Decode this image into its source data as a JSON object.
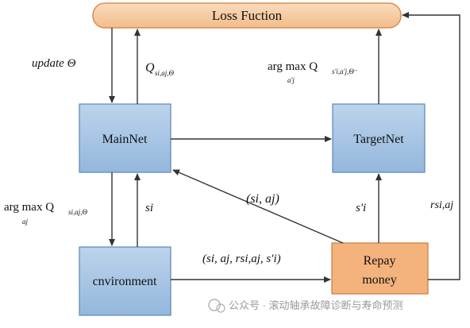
{
  "diagram": {
    "loss_box": {
      "label": "Loss Fuction"
    },
    "mainnet_box": {
      "label": "MainNet"
    },
    "targetnet_box": {
      "label": "TargetNet"
    },
    "environment_box": {
      "label": "cnvironment"
    },
    "replay_box": {
      "line1": "Repay",
      "line2": "money"
    },
    "edge_labels": {
      "update": "update Θ",
      "q_main": "Q",
      "q_main_sub": "si,aj,Θ",
      "argmax_target": "arg max Q",
      "argmax_target_under": "a'j",
      "argmax_target_sub": "s'i,a'j,Θ⁻",
      "argmax_env": "arg max Q",
      "argmax_env_under": "aj",
      "argmax_env_sub": "si,aj,Θ",
      "s_i": "si",
      "s_prime": "s'i",
      "r_reward": "rsi,aj",
      "pair_si_aj": "(si, aj)",
      "tuple": "(si, aj, rsi,aj, s'i)"
    },
    "colors": {
      "loss_fill": "#f6caa0",
      "loss_stroke": "#d98c50",
      "net_fill": "#a9c6e4",
      "net_stroke": "#5d86b4",
      "replay_fill": "#f4b27c",
      "replay_stroke": "#c97c3c",
      "arrow": "#333333"
    }
  },
  "watermark": {
    "text": "公众号 · 滚动轴承故障诊断与寿命预测"
  }
}
